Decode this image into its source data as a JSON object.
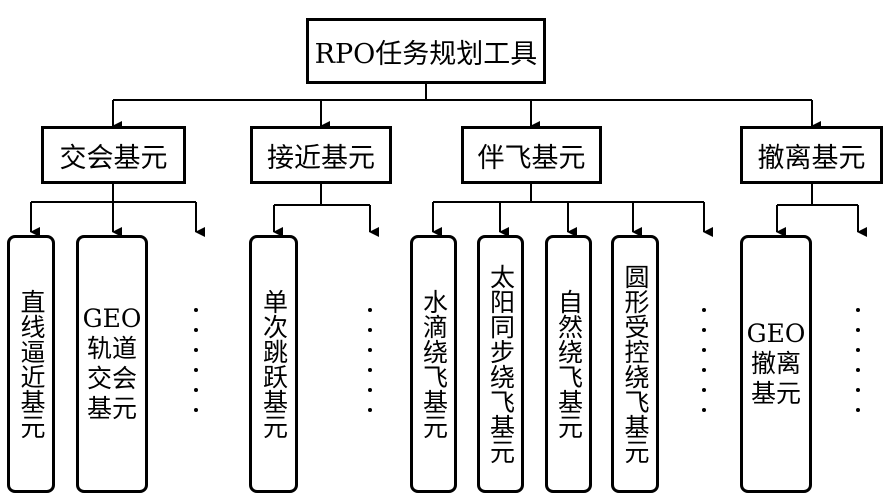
{
  "root": {
    "label": "RPO任务规划工具"
  },
  "categories": [
    {
      "label": "交会基元"
    },
    {
      "label": "接近基元"
    },
    {
      "label": "伴飞基元"
    },
    {
      "label": "撤离基元"
    }
  ],
  "leaves": {
    "rendezvous_direct": "直线逼近基元",
    "rendezvous_geo_line1": "GEO",
    "rendezvous_geo_line2": "轨道",
    "rendezvous_geo_line3": "交会",
    "rendezvous_geo_line4": "基元",
    "approach_single_jump": "单次跳跃基元",
    "fly_waterdrop": "水滴绕飞基元",
    "fly_sun_sync": "太阳同步绕飞基元",
    "fly_natural": "自然绕飞基元",
    "fly_circular": "圆形受控绕飞基元",
    "exit_geo_line1": "GEO",
    "exit_geo_line2": "撤离",
    "exit_geo_line3": "基元"
  },
  "ellipsis": "……"
}
